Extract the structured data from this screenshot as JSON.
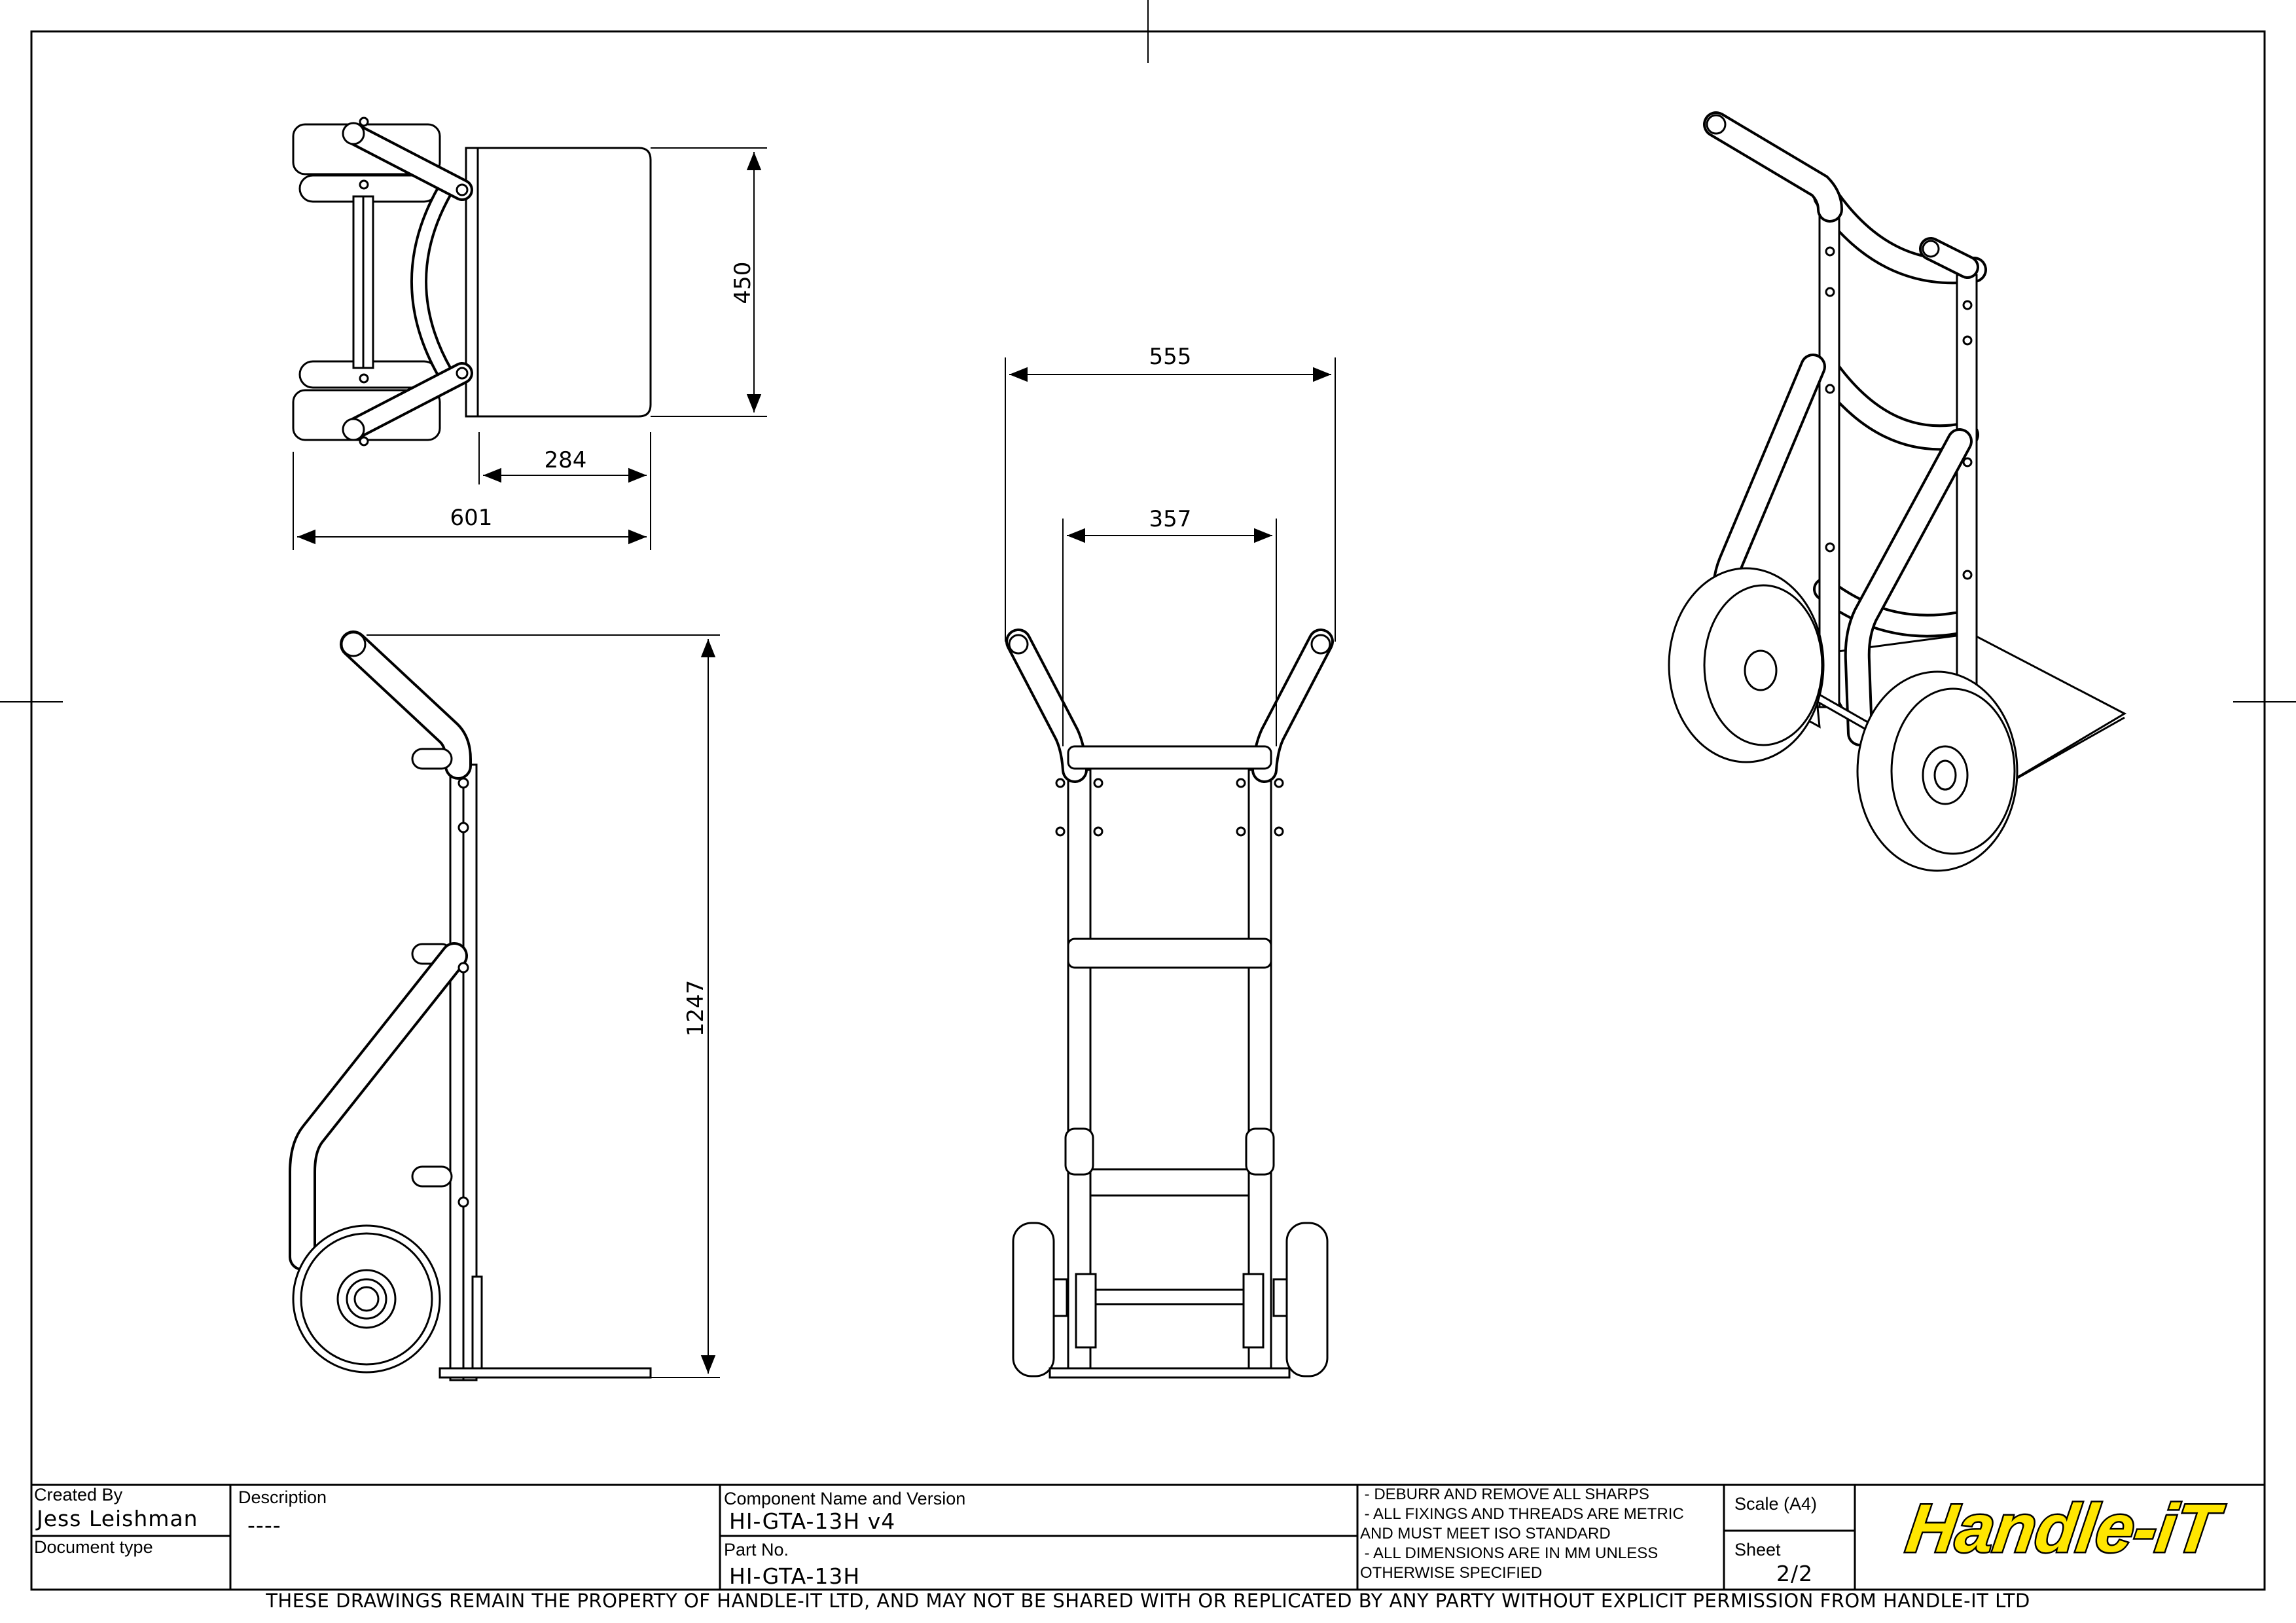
{
  "dimensions": {
    "top_depth": "450",
    "top_platform": "284",
    "top_overall": "601",
    "front_overall_width": "555",
    "front_inner_width": "357",
    "side_height": "1247"
  },
  "title_block": {
    "created_by_label": "Created By",
    "created_by_value": "Jess Leishman",
    "document_type_label": "Document type",
    "description_label": "Description",
    "description_value": "----",
    "component_label": "Component Name and Version",
    "component_value": "HI-GTA-13H v4",
    "part_no_label": "Part No.",
    "part_no_value": "HI-GTA-13H",
    "notes": [
      " - DEBURR AND REMOVE ALL SHARPS",
      " - ALL FIXINGS AND THREADS ARE METRIC",
      "AND MUST MEET ISO STANDARD",
      " - ALL DIMENSIONS ARE IN MM UNLESS",
      "OTHERWISE SPECIFIED"
    ],
    "scale_label": "Scale (A4)",
    "sheet_label": "Sheet",
    "sheet_value": "2/2",
    "logo_text": "Handle-iT"
  },
  "footer_text": "THESE DRAWINGS REMAIN THE PROPERTY OF HANDLE-IT LTD, AND MAY NOT BE SHARED WITH OR REPLICATED BY ANY PARTY WITHOUT EXPLICIT PERMISSION FROM HANDLE-IT LTD",
  "colors": {
    "line": "#000000",
    "logo_fill": "#ffe600",
    "logo_stroke": "#000000"
  }
}
